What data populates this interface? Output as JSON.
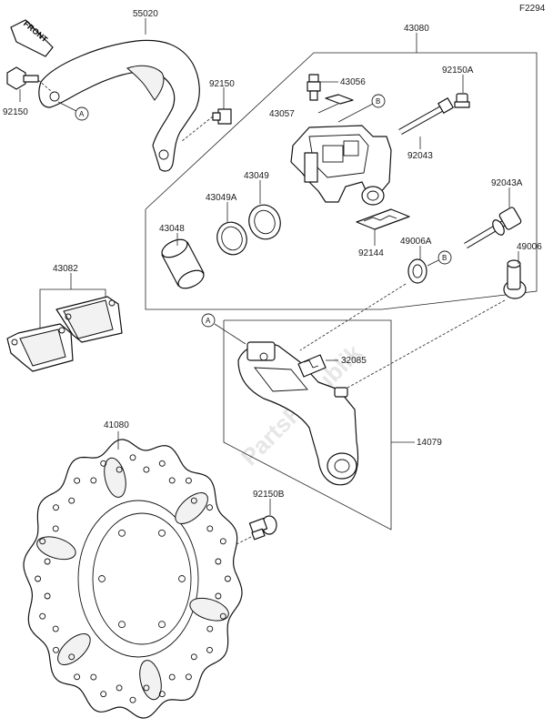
{
  "figure_code": "F2294",
  "front_label": "FRONT",
  "watermark": "PartsRepublik",
  "parts": {
    "p55020": "55020",
    "p43080": "43080",
    "p92150": "92150",
    "p92150_left": "92150",
    "p43056": "43056",
    "p92150A": "92150A",
    "p43057": "43057",
    "p92043": "92043",
    "p43049": "43049",
    "p43049A": "43049A",
    "p43048": "43048",
    "p92043A": "92043A",
    "p49006A": "49006A",
    "p49006": "49006",
    "p92144": "92144",
    "p43082": "43082",
    "p32085": "32085",
    "p14079": "14079",
    "p41080": "41080",
    "p92150B": "92150B"
  },
  "callouts": {
    "a1": "A",
    "a2": "A",
    "b1": "B",
    "b2": "B"
  }
}
